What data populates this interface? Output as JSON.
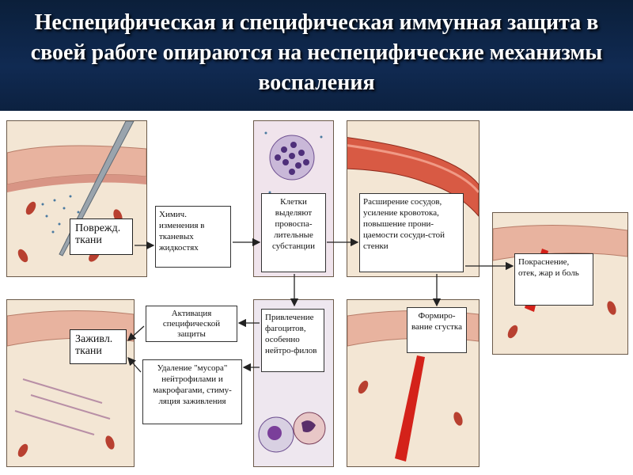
{
  "title": "Неспецифическая и специфическая иммунная защита в своей работе опираются на неспецифические механизмы воспаления",
  "boxes": {
    "damage": "Поврежд. ткани",
    "chemical": "Химич. изменения в тканевых жидкостях",
    "cells": "Клетки выделяют провоспа-лительные субстанции",
    "vessels": "Расширение сосудов, усиление кровотока, повышение прони-цаемости сосуди-стой стенки",
    "redness": "Покраснение, отек, жар и боль",
    "clot": "Формиро-вание сгустка",
    "phagocytes": "Привлечение фагоцитов, особенно нейтро-филов",
    "specific": "Активация специфической защиты",
    "debris": "Удаление \"мусора\" нейтрофилами и макрофагами, стиму-ляция заживления",
    "healing": "Заживл. ткани"
  },
  "colors": {
    "header_bg": "#0f2748",
    "tissue": "#f3e6d4",
    "skin_top": "#e9b7a4",
    "vessel": "#c43a2a",
    "cell_purple": "#5a3a8a"
  }
}
